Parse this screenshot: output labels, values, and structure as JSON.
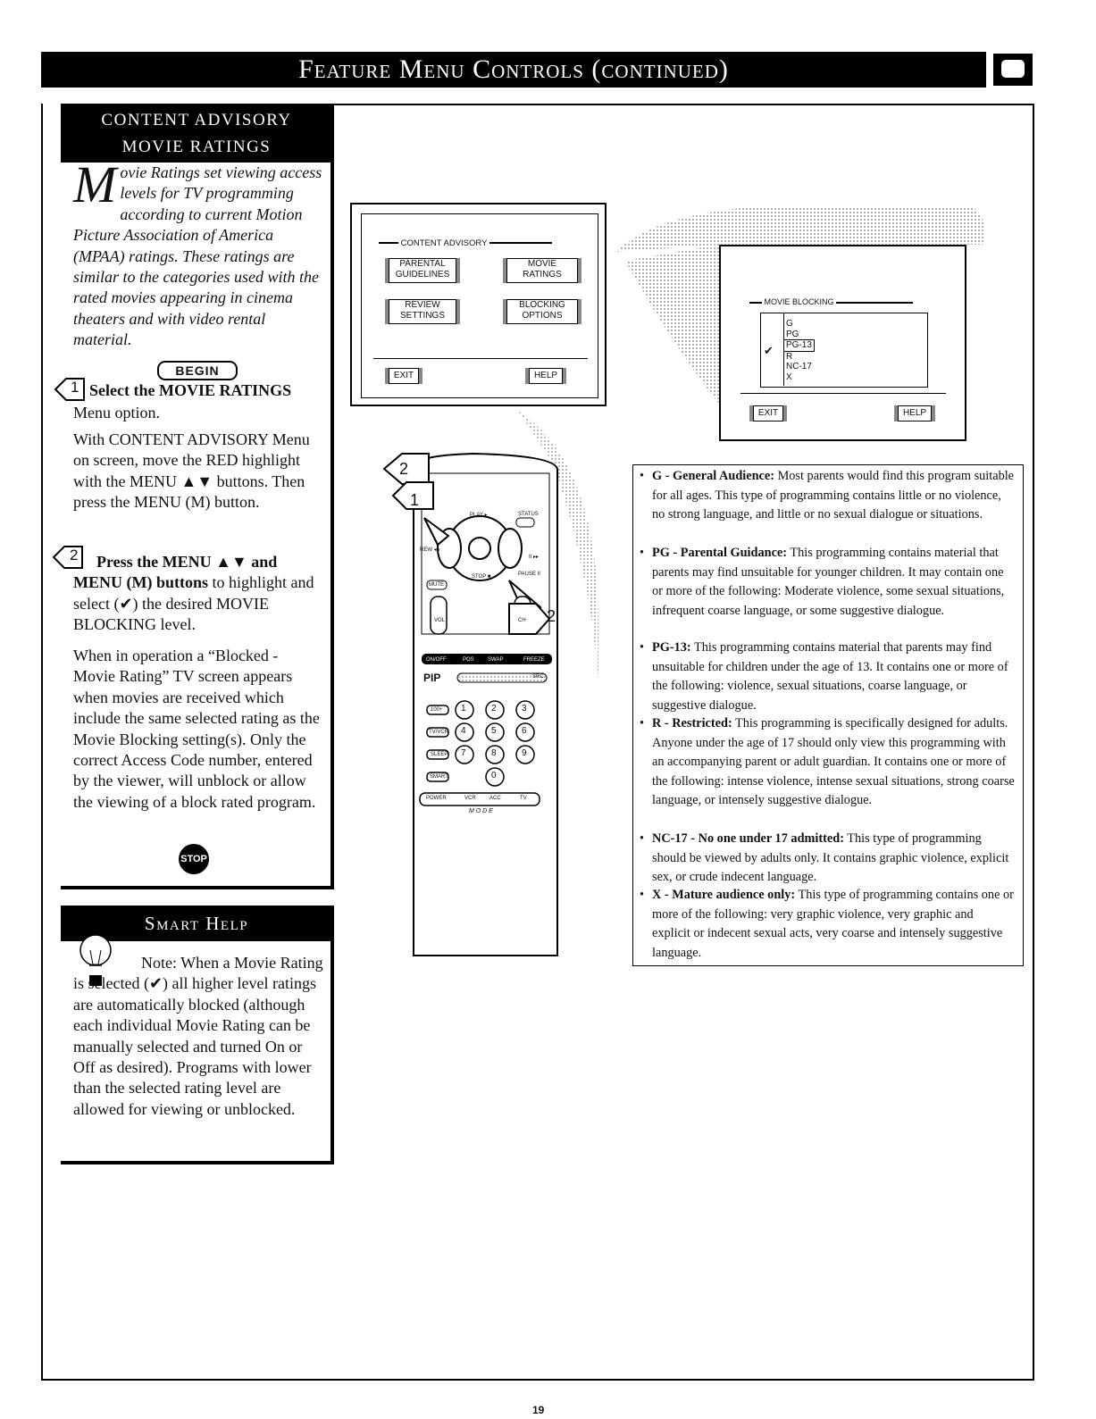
{
  "header": {
    "title": "Feature Menu Controls (continued)"
  },
  "left_panel": {
    "heading_line1": "CONTENT ADVISORY",
    "heading_line2": "MOVIE RATINGS",
    "intro_dropcap": "M",
    "intro_text": "ovie Ratings set viewing access levels for TV programming according to current Motion Picture Association of America (MPAA) ratings. These ratings are similar to the categories used with the rated movies appearing in cinema theaters and with video rental material.",
    "begin_label": "BEGIN",
    "step1_bold": "Select the MOVIE RATINGS",
    "step1_rest": "Menu option.",
    "step1_number": "1",
    "step1_detail": "With CONTENT ADVISORY Menu on screen, move the RED highlight with the MENU ▲▼ buttons. Then press the MENU (M) button.",
    "step2_number": "2",
    "step2_bold": "Press the MENU ▲▼ and MENU (M) buttons",
    "step2_rest": "to highlight and select (✔) the desired MOVIE BLOCKING level.",
    "step2_detail": "When in operation a “Blocked - Movie Rating” TV screen appears when movies are received which include the same selected rating as the Movie Blocking setting(s). Only the correct Access Code number, entered by the viewer, will unblock or allow the viewing of a block rated program.",
    "stop_label": "STOP"
  },
  "smart_help": {
    "heading": "Smart Help",
    "note": "Note: When a Movie Rating is selected (✔) all higher level ratings are automatically blocked (although each individual Movie Rating can be manually selected and turned On or Off as desired). Programs with lower than the selected rating level are allowed for viewing or unblocked."
  },
  "screen1": {
    "title": "CONTENT ADVISORY",
    "buttons": [
      "PARENTAL GUIDELINES",
      "MOVIE RATINGS",
      "REVIEW SETTINGS",
      "BLOCKING OPTIONS"
    ],
    "exit": "EXIT",
    "help": "HELP"
  },
  "screen2": {
    "title": "MOVIE BLOCKING",
    "ratings": [
      "G",
      "PG",
      "PG-13",
      "R",
      "NC-17",
      "X"
    ],
    "selected": "PG-13",
    "exit": "EXIT",
    "help": "HELP"
  },
  "remote": {
    "callout1": "1",
    "callout2a": "2",
    "callout2b": "2",
    "labels": {
      "play": "PLAY ▸",
      "status": "STATUS",
      "rew": "REW ◂◂",
      "ff": "II ▸▸",
      "pause": "PAUSE II",
      "stop": "STOP ■",
      "mute": "MUTE",
      "vol": "VOL",
      "ch": "CH",
      "onoff": "ON/OFF",
      "pos": "POS",
      "swap": "SWAP",
      "freeze": "FREEZE",
      "pip": "PIP",
      "src": "SRC",
      "n100": "100+",
      "tvvcr": "TV/VCR",
      "sleep": "SLEEP",
      "smart": "SMART",
      "power": "POWER",
      "vcr": "VCR",
      "acc": "ACC",
      "tv": "TV",
      "mode": "M O D E",
      "digits": [
        "1",
        "2",
        "3",
        "4",
        "5",
        "6",
        "7",
        "8",
        "9",
        "0"
      ]
    }
  },
  "ratings_definitions": [
    {
      "bold": "G - General Audience:",
      "text": " Most parents would find this program suitable for all ages. This type of programming contains little or no violence, no strong language, and little or no sexual dialogue or situations."
    },
    {
      "bold": "PG - Parental Guidance:",
      "text": " This programming contains material that parents may find unsuitable for younger children. It may contain one or more of the following: Moderate violence, some sexual situations, infrequent coarse language, or some suggestive dialogue."
    },
    {
      "bold": "PG-13:",
      "text": " This programming contains material that parents may find unsuitable for children under the age of 13. It contains one or more of the following: violence, sexual situations, coarse language, or suggestive dialogue."
    },
    {
      "bold": "R - Restricted:",
      "text": " This programming is specifically designed for adults. Anyone under the age of 17 should only view this programming with an accompanying parent or adult guardian. It contains one or more of the following: intense violence, intense sexual situations, strong coarse language, or intensely suggestive dialogue."
    },
    {
      "bold": "NC-17 - No one under 17 admitted:",
      "text": " This type of programming should be viewed by adults only. It contains graphic violence, explicit sex, or crude indecent language."
    },
    {
      "bold": "X - Mature audience only:",
      "text": " This type of programming contains one or more of the following: very graphic violence, very graphic and explicit or indecent sexual acts, very coarse and intensely suggestive language."
    }
  ],
  "page_number": "19"
}
